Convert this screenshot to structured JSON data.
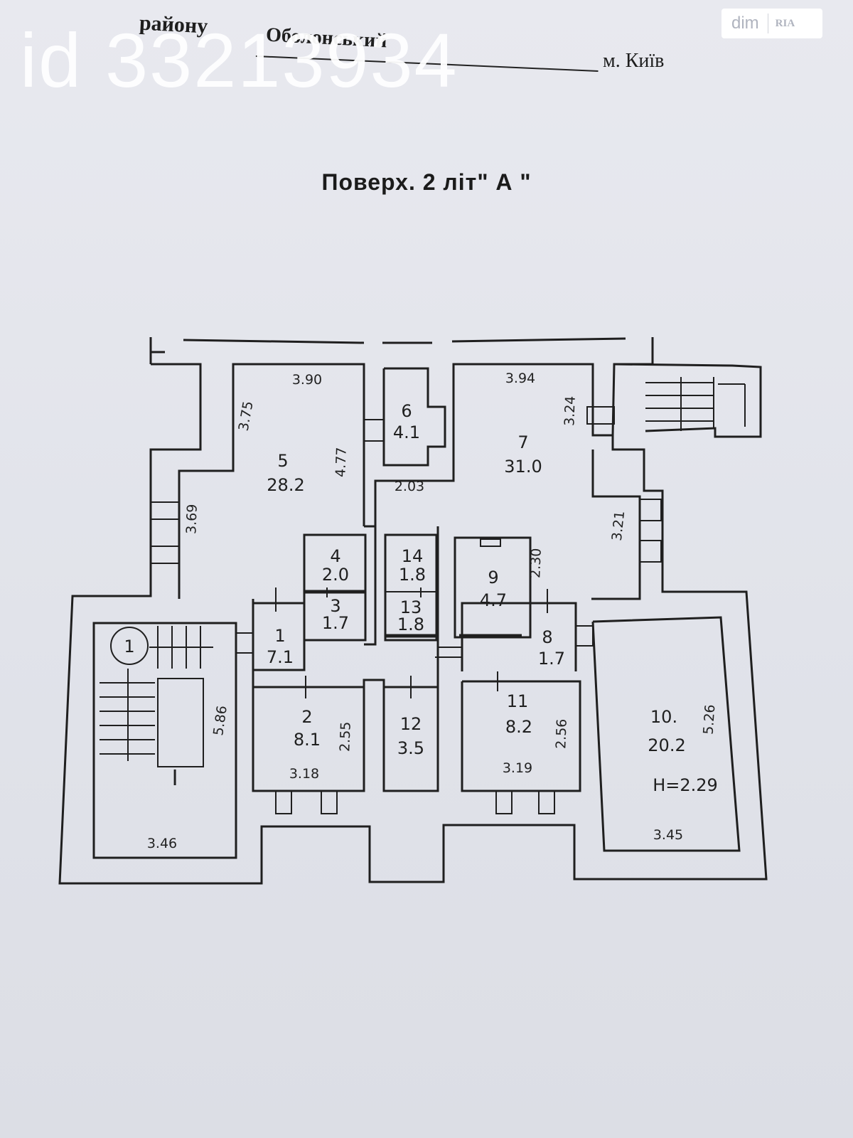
{
  "header": {
    "raion": "району",
    "district": "Оболонський",
    "city": "м. Київ"
  },
  "watermark": "id 33213934",
  "brand": {
    "dim": "dim",
    "ria": "RIA"
  },
  "floor_title": "Поверх. 2 літ\" А \"",
  "rooms": [
    {
      "num": "1",
      "area": "7.1"
    },
    {
      "num": "2",
      "area": "8.1"
    },
    {
      "num": "3",
      "area": "1.7"
    },
    {
      "num": "4",
      "area": "2.0"
    },
    {
      "num": "5",
      "area": "28.2"
    },
    {
      "num": "6",
      "area": "4.1"
    },
    {
      "num": "7",
      "area": "31.0"
    },
    {
      "num": "8",
      "area": "1.7"
    },
    {
      "num": "9",
      "area": "4.7"
    },
    {
      "num": "10.",
      "area": "20.2"
    },
    {
      "num": "11",
      "area": "8.2"
    },
    {
      "num": "12",
      "area": "3.5"
    },
    {
      "num": "13",
      "area": "1.8"
    },
    {
      "num": "14",
      "area": "1.8"
    }
  ],
  "stair": {
    "circle": "1",
    "roman": "I"
  },
  "height_note": "H=2.29",
  "dimensions": [
    "3.90",
    "3.75",
    "4.77",
    "3.69",
    "3.94",
    "3.24",
    "2.03",
    "3.21",
    "2.30",
    "5.86",
    "2.55",
    "3.18",
    "3.19",
    "2.56",
    "5.26",
    "3.45",
    "3.46"
  ]
}
